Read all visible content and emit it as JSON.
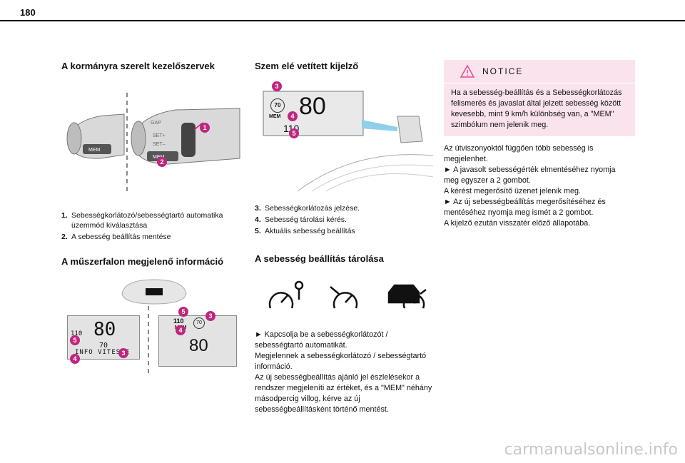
{
  "page_number": "180",
  "left": {
    "heading1": "A kormányra szerelt kezelőszervek",
    "list1": [
      {
        "n": "1.",
        "text": "Sebességkorlátozó/sebességtartó automatika üzemmód kiválasztása"
      },
      {
        "n": "2.",
        "text": "A sebesség beállítás mentése"
      }
    ],
    "heading2": "A műszerfalon megjelenő információ",
    "lcd_left": {
      "speed": "80",
      "small_speed": "110",
      "set_speed": "70",
      "info": "INFO VITESSE"
    },
    "lcd_right": {
      "top_speed": "110",
      "mem": "MEM",
      "limit_sign": "70",
      "speed": "80"
    }
  },
  "middle": {
    "heading1": "Szem elé vetített kijelző",
    "hud": {
      "limit_sign": "70",
      "speed": "80",
      "mem": "MEM",
      "set_speed": "110"
    },
    "list1": [
      {
        "n": "3.",
        "text": "Sebességkorlátozás jelzése."
      },
      {
        "n": "4.",
        "text": "Sebesség tárolási kérés."
      },
      {
        "n": "5.",
        "text": "Aktuális sebesség beállítás"
      }
    ],
    "heading2": "A sebesség beállítás tárolása",
    "para": [
      "► Kapcsolja be a sebességkorlátozót / sebességtartó automatikát.",
      "Megjelennek a sebességkorlátozó / sebességtartó információ.",
      "Az új sebességbeállítás ajánló jel észlelésekor a rendszer megjeleníti az értéket, és a \"MEM\" néhány másodpercig villog, kérve az új sebességbeállításként történő mentést."
    ]
  },
  "right": {
    "notice_title": "NOTICE",
    "notice_text": "Ha a sebesség-beállítás és a Sebességkorlátozás felismerés és javaslat által jelzett sebesség között kevesebb, mint 9 km/h különbség van, a \"MEM\" szimbólum nem jelenik meg.",
    "para": [
      "Az útviszonyoktól függően több sebesség is megjelenhet.",
      "► A javasolt sebességérték elmentéséhez nyomja meg egyszer a 2 gombot.",
      "A kérést megerősítő üzenet jelenik meg.",
      "► Az új sebességbeállítás megerősítéséhez és mentéséhez nyomja meg ismét a 2 gombot.",
      "A kijelző ezután visszatér előző állapotába."
    ]
  },
  "badges": {
    "b1": "1",
    "b2": "2",
    "b3": "3",
    "b4": "4",
    "b5": "5"
  },
  "watermark": "carmanualsonline.info",
  "colors": {
    "badge": "#c0267e",
    "notice_bg": "#fbe3ee",
    "notice_icon": "#e84a8a"
  }
}
